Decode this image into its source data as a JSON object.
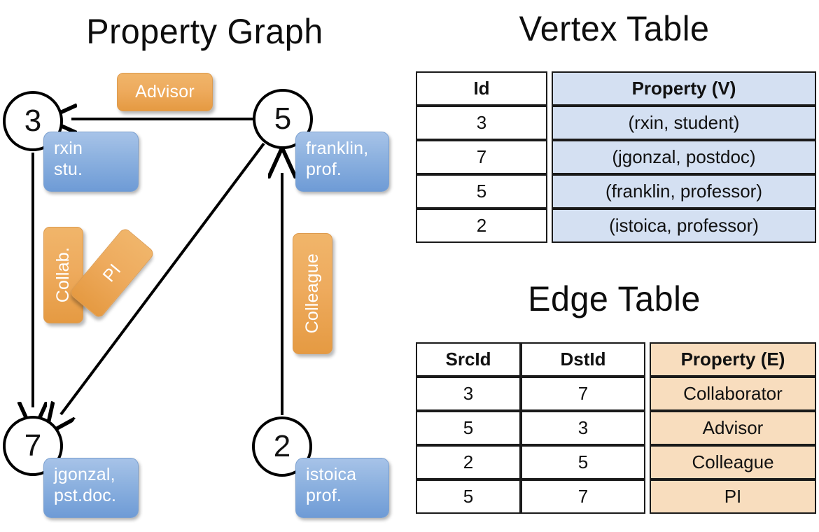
{
  "graph_panel": {
    "title": "Property Graph",
    "vertices": [
      {
        "id": "3",
        "property": "rxin\nstu.",
        "name": "rxin",
        "role": "stu."
      },
      {
        "id": "5",
        "property": "franklin,\nprof.",
        "name": "franklin,",
        "role": "prof."
      },
      {
        "id": "7",
        "property": "jgonzal,\npst.doc.",
        "name": "jgonzal,",
        "role": "pst.doc."
      },
      {
        "id": "2",
        "property": "istoica\nprof.",
        "name": "istoica",
        "role": "prof."
      }
    ],
    "edge_labels": [
      {
        "key": "advisor",
        "text": "Advisor",
        "orientation": "horizontal"
      },
      {
        "key": "collab",
        "text": "Collab.",
        "orientation": "vertical"
      },
      {
        "key": "pi",
        "text": "PI",
        "orientation": "vertical-rotated"
      },
      {
        "key": "colleague",
        "text": "Colleague",
        "orientation": "vertical"
      }
    ],
    "edges": [
      {
        "from": "5",
        "to": "3",
        "label": "Advisor"
      },
      {
        "from": "3",
        "to": "7",
        "label": "Collab."
      },
      {
        "from": "5",
        "to": "7",
        "label": "PI"
      },
      {
        "from": "2",
        "to": "5",
        "label": "Colleague"
      }
    ]
  },
  "vertex_table": {
    "title": "Vertex Table",
    "headers": [
      "Id",
      "Property (V)"
    ],
    "rows": [
      {
        "id": "3",
        "property": "(rxin, student)"
      },
      {
        "id": "7",
        "property": "(jgonzal, postdoc)"
      },
      {
        "id": "5",
        "property": "(franklin, professor)"
      },
      {
        "id": "2",
        "property": "(istoica, professor)"
      }
    ]
  },
  "edge_table": {
    "title": "Edge Table",
    "headers": [
      "SrcId",
      "DstId",
      "Property (E)"
    ],
    "rows": [
      {
        "src": "3",
        "dst": "7",
        "property": "Collaborator"
      },
      {
        "src": "5",
        "dst": "3",
        "property": "Advisor"
      },
      {
        "src": "2",
        "dst": "5",
        "property": "Colleague"
      },
      {
        "src": "5",
        "dst": "7",
        "property": "PI"
      }
    ]
  },
  "colors": {
    "vertex_property_box": "#8fb3e0",
    "edge_label_box": "#eeab5e",
    "vertex_table_highlight": "#d4e0f2",
    "edge_table_highlight": "#f8ddbe",
    "stroke": "#000000",
    "background": "#ffffff"
  }
}
